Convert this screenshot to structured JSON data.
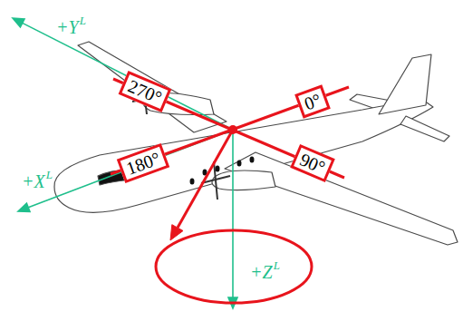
{
  "diagram": {
    "nodes": [
      {
        "text": [
          "270°"
        ]
      },
      {
        "text": [
          "0°"
        ]
      },
      {
        "text": [
          "180°"
        ]
      },
      {
        "text": [
          "90°"
        ]
      }
    ],
    "labels": [
      "+Y",
      "L",
      "+X",
      "L",
      "+Z",
      "L"
    ]
  }
}
